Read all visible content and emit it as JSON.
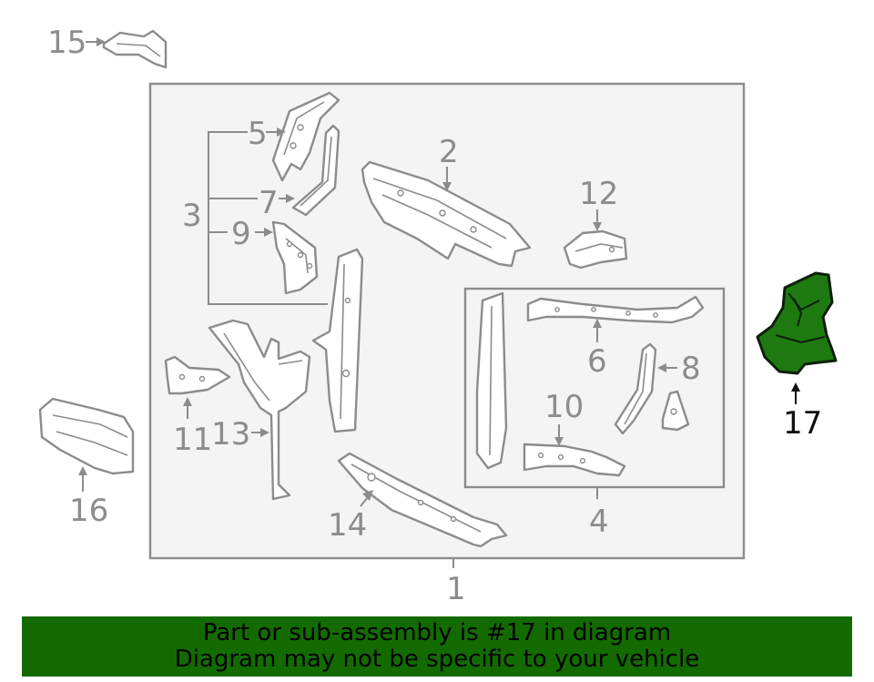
{
  "colors": {
    "highlight_fill": "#1e7a10",
    "banner_bg": "#136b00",
    "line_gray": "#8c8c8c",
    "frame_fill": "#f4f4f4"
  },
  "callouts": {
    "c1": "1",
    "c2": "2",
    "c3": "3",
    "c4": "4",
    "c5": "5",
    "c6": "6",
    "c7": "7",
    "c8": "8",
    "c9": "9",
    "c10": "10",
    "c11": "11",
    "c12": "12",
    "c13": "13",
    "c14": "14",
    "c15": "15",
    "c16": "16",
    "c17": "17"
  },
  "highlighted_part": "17",
  "banner": {
    "line1": "Part or sub-assembly is #17 in diagram",
    "line2": "Diagram may not be specific to your vehicle"
  }
}
